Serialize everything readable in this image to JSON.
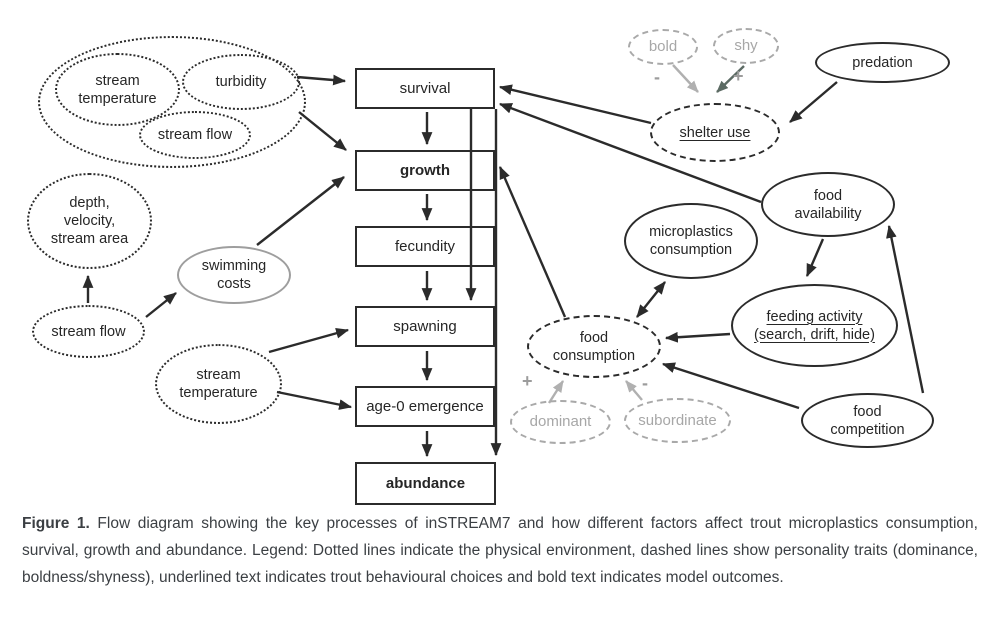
{
  "caption": {
    "label": "Figure 1.",
    "text": " Flow diagram showing the key processes of inSTREAM7 and how different factors affect trout microplastics consumption, survival, growth and abundance. Legend: Dotted lines indicate the physical environment, dashed lines show personality traits (dominance, boldness/shyness), underlined text indicates trout behavioural choices and bold text indicates model outcomes."
  },
  "nodes": {
    "stream_temperature_top": {
      "lines": [
        "stream",
        "temperature"
      ]
    },
    "turbidity": {
      "label": "turbidity"
    },
    "stream_flow_top": {
      "label": "stream flow"
    },
    "depth_velocity_area": {
      "lines": [
        "depth,",
        "velocity,",
        "stream area"
      ]
    },
    "swimming_costs": {
      "lines": [
        "swimming",
        "costs"
      ]
    },
    "stream_flow_left": {
      "label": "stream flow"
    },
    "stream_temperature_bottom": {
      "lines": [
        "stream",
        "temperature"
      ]
    },
    "survival": {
      "label": "survival"
    },
    "growth": {
      "label": "growth"
    },
    "fecundity": {
      "label": "fecundity"
    },
    "spawning": {
      "label": "spawning"
    },
    "age0_emergence": {
      "label": "age-0 emergence"
    },
    "abundance": {
      "label": "abundance"
    },
    "bold_trait": {
      "label": "bold"
    },
    "shy_trait": {
      "label": "shy"
    },
    "predation": {
      "label": "predation"
    },
    "shelter_use": {
      "label": "shelter use"
    },
    "food_availability": {
      "lines": [
        "food",
        "availability"
      ]
    },
    "microplastics_consumption": {
      "lines": [
        "microplastics",
        "consumption"
      ]
    },
    "feeding_activity": {
      "lines": [
        "feeding activity",
        "(search, drift, hide)"
      ]
    },
    "food_consumption": {
      "lines": [
        "food",
        "consumption"
      ]
    },
    "dominant": {
      "label": "dominant"
    },
    "subordinate": {
      "label": "subordinate"
    },
    "food_competition": {
      "lines": [
        "food",
        "competition"
      ]
    }
  },
  "signs": {
    "bold_to_shelter": "-",
    "shy_to_shelter": "+",
    "dominant_to_food": "+",
    "subordinate_to_food": "-"
  },
  "colors": {
    "ink": "#2b2b2b",
    "gray_trait": "#a7a7a7",
    "gray_arrow_light": "#b0b0b0",
    "gray_arrow_dark": "#5c6b64",
    "gray_node_border": "#9e9e9e",
    "caption_text": "#3b3f43"
  }
}
